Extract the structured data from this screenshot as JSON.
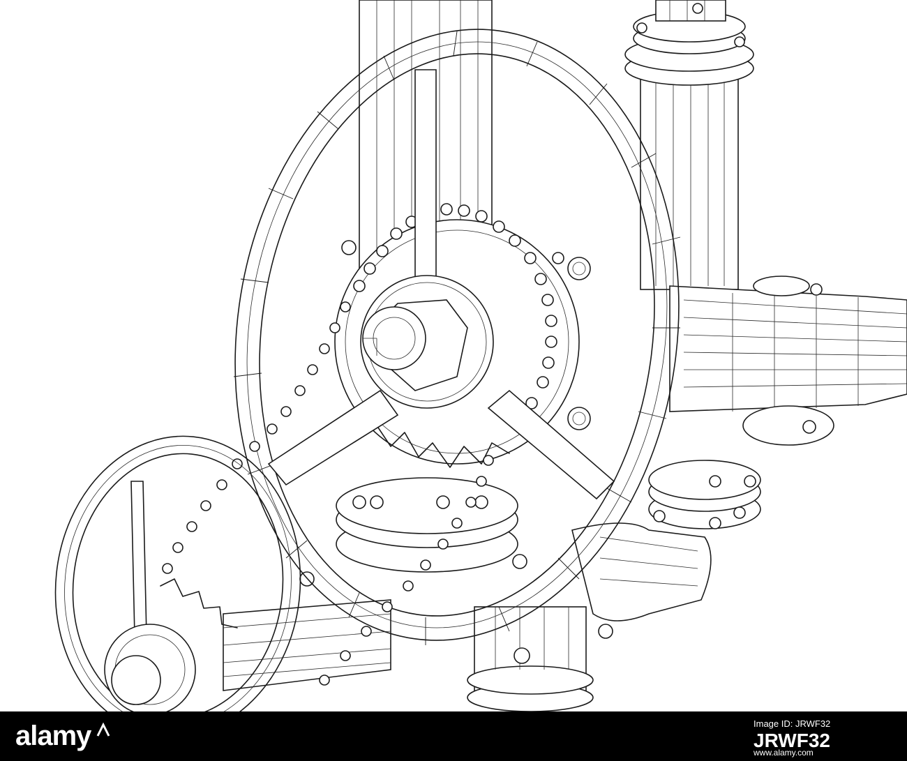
{
  "image": {
    "subject": "wireframe-industrial-valve-with-handwheels-and-chains",
    "line_color": "#1a1a1a",
    "background_color": "#ffffff"
  },
  "footer": {
    "background_color": "#000000",
    "logo_text": "alamy",
    "image_id_label": "Image ID: JRWF32",
    "image_id_value": "JRWF32",
    "site": "www.alamy.com"
  }
}
